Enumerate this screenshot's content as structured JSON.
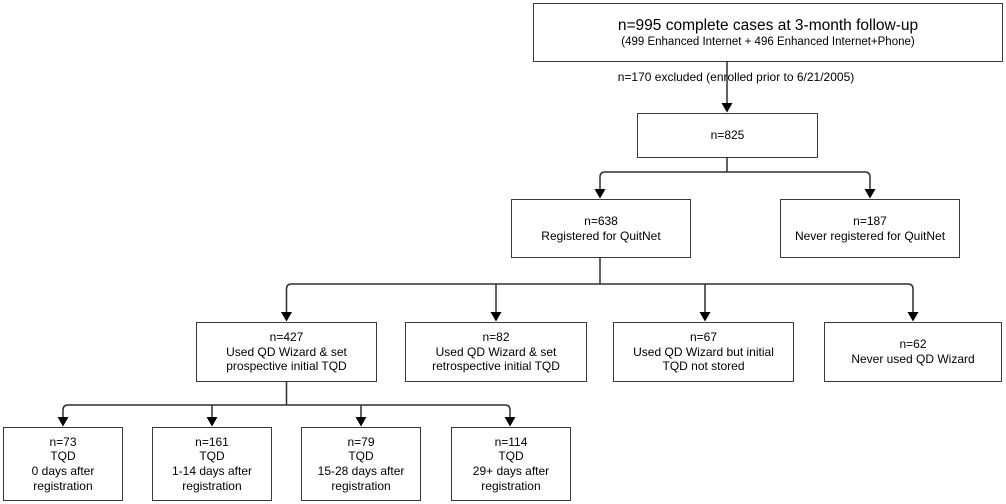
{
  "diagram": {
    "title_box": {
      "title": "n=995 complete cases at 3-month follow-up",
      "subtitle": "(499 Enhanced Internet + 496 Enhanced Internet+Phone)"
    },
    "exclusion_label": "n=170 excluded (enrolled prior to 6/21/2005)",
    "nodes": {
      "total": {
        "lines": [
          "n=825"
        ]
      },
      "registered": {
        "lines": [
          "n=638",
          "Registered for QuitNet"
        ]
      },
      "never_registered": {
        "lines": [
          "n=187",
          "Never registered for QuitNet"
        ]
      },
      "prospective": {
        "lines": [
          "n=427",
          "Used QD Wizard & set",
          "prospective initial TQD"
        ]
      },
      "retrospective": {
        "lines": [
          "n=82",
          "Used QD Wizard & set",
          "retrospective initial TQD"
        ]
      },
      "not_stored": {
        "lines": [
          "n=67",
          "Used QD Wizard but initial",
          "TQD not stored"
        ]
      },
      "never_used": {
        "lines": [
          "n=62",
          "Never used QD Wizard"
        ]
      },
      "tqd_0": {
        "lines": [
          "n=73",
          "TQD",
          "0 days after",
          "registration"
        ]
      },
      "tqd_1_14": {
        "lines": [
          "n=161",
          "TQD",
          "1-14 days after",
          "registration"
        ]
      },
      "tqd_15_28": {
        "lines": [
          "n=79",
          "TQD",
          "15-28 days after",
          "registration"
        ]
      },
      "tqd_29": {
        "lines": [
          "n=114",
          "TQD",
          "29+ days after",
          "registration"
        ]
      }
    },
    "colors": {
      "background": "#ffffff",
      "box_border": "#3a3a3a",
      "line": "#2e2e2e",
      "arrowhead": "#000000",
      "text": "#000000"
    }
  }
}
